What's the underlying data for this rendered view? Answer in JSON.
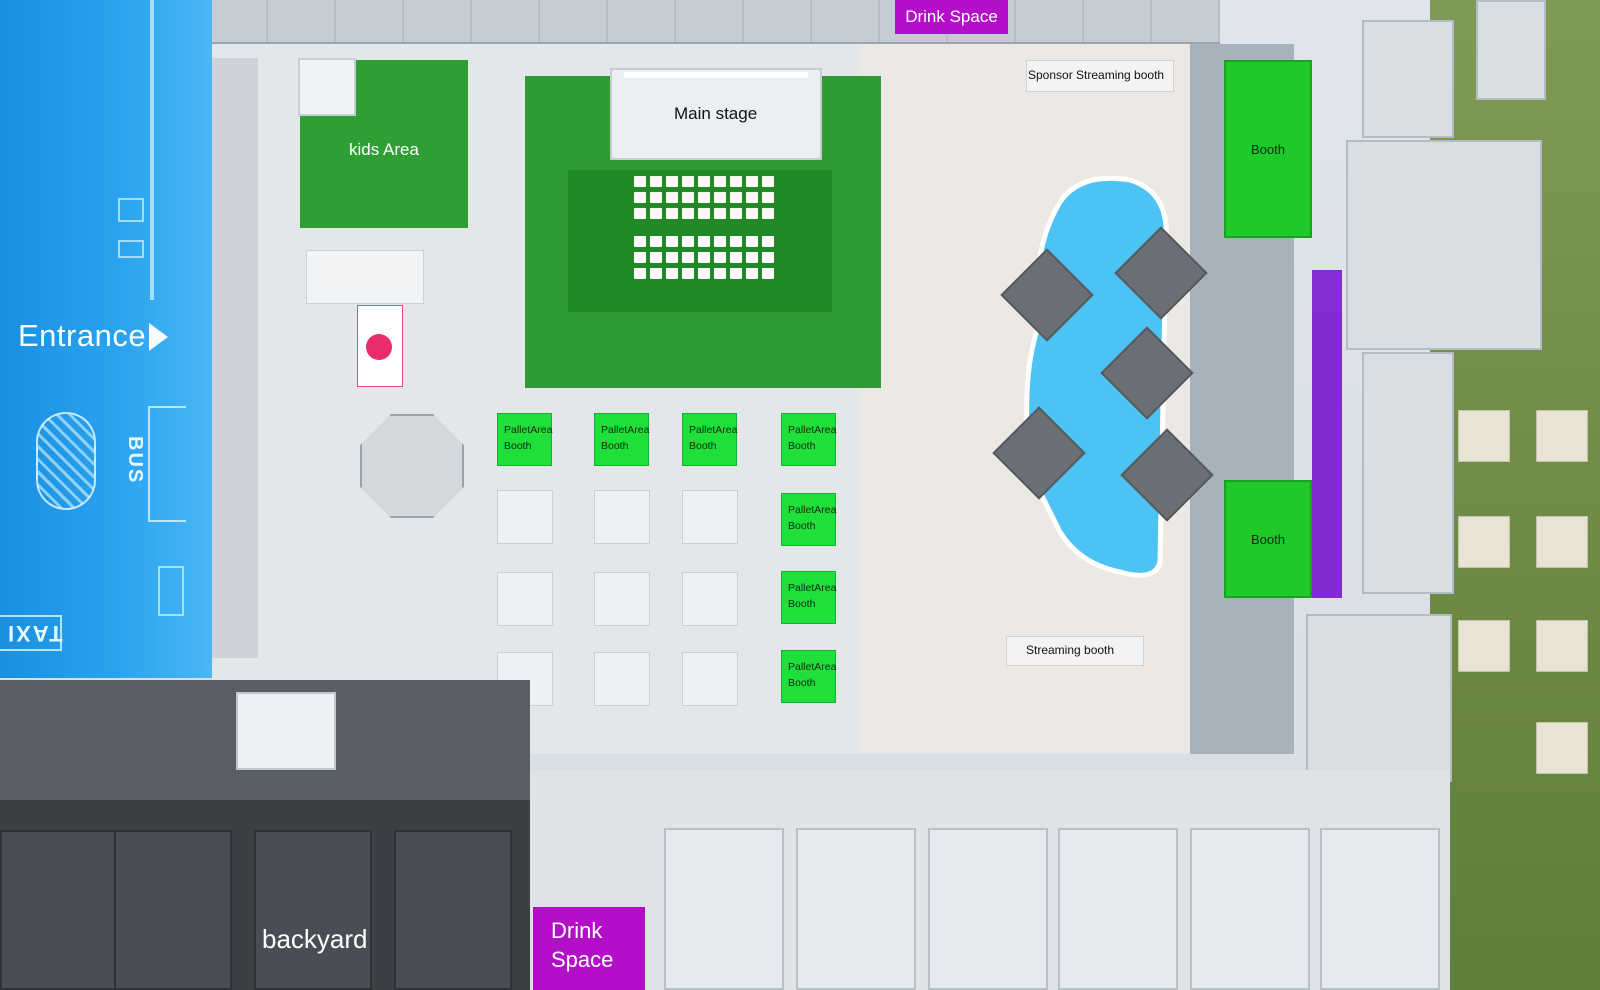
{
  "labels": {
    "drink_space_top": "Drink Space",
    "sponsor_streaming_booth": "Sponsor Streaming booth",
    "main_stage": "Main stage",
    "kids_area": "kids Area",
    "entrance": "Entrance",
    "bus": "BUS",
    "taxi": "TAXI",
    "booth": "Booth",
    "pallet_area": "PalletArea",
    "pallet_booth": "Booth",
    "streaming_booth": "Streaming booth",
    "backyard": "backyard",
    "drink_space_bottom_1": "Drink",
    "drink_space_bottom_2": "Space"
  },
  "colors": {
    "drink_space": "#b40fc8",
    "pallet_booth": "#1fe03a",
    "booth": "#1fc92a",
    "grass": "#2e9a34",
    "entrance_zone": "#2aa3ef",
    "pool": "#4cc3f2"
  },
  "icons": {
    "entrance_arrow": "triangle-right",
    "umbrella": "umbrella-icon",
    "palm": "palm-tree-icon"
  }
}
